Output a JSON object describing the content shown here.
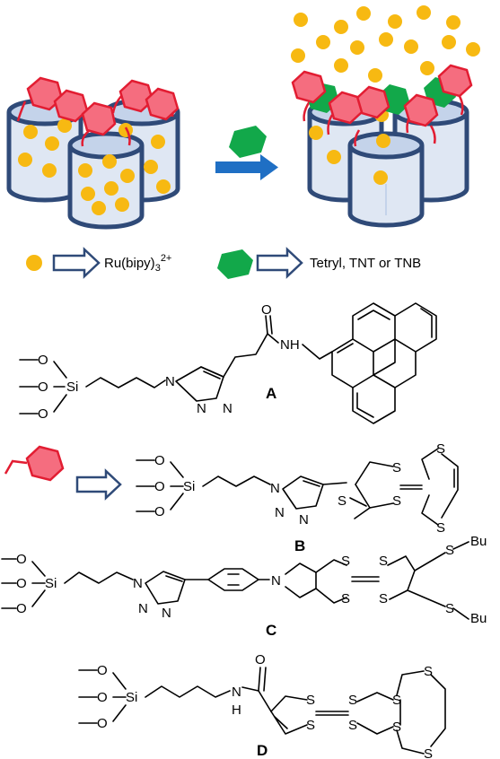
{
  "legend": {
    "guest_label": "Ru(bipy)",
    "guest_sub": "3",
    "guest_sup": "2+",
    "analyte_label": "Tetryl, TNT or TNB"
  },
  "compounds": {
    "A": {
      "label": "A",
      "amide_o": "O",
      "amide_nh": "NH"
    },
    "B": {
      "label": "B"
    },
    "C": {
      "label": "C",
      "bu1": "Bu",
      "bu2": "Bu"
    },
    "D": {
      "label": "D",
      "amide_o": "O",
      "amide_nh": "N",
      "amide_h": "H"
    }
  },
  "atoms": {
    "oxygen": "O",
    "silicon": "Si",
    "nitrogen": "N",
    "sulfur": "S"
  },
  "colors": {
    "guest": "#f7b912",
    "gate": "#f56d7f",
    "gate_edge": "#e21d32",
    "analyte": "#12a84a",
    "arrow": "#1f6fc4",
    "silica": "#2f4a78"
  }
}
